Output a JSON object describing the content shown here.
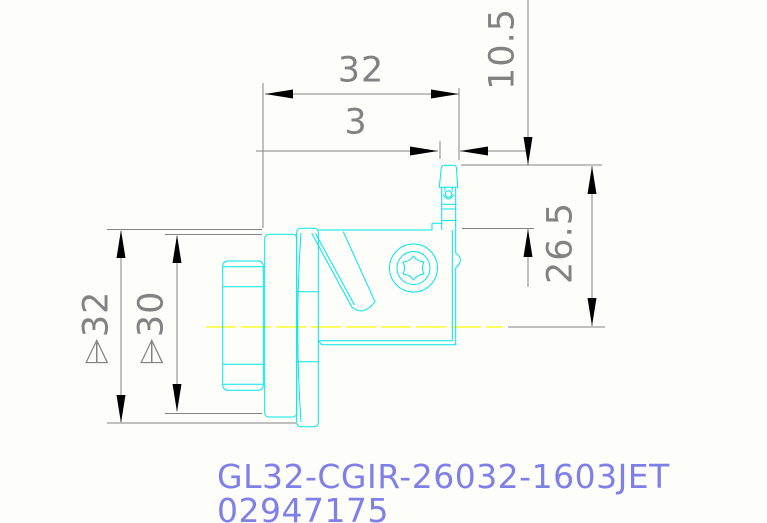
{
  "drawing": {
    "labels": {
      "dim_width": "32",
      "dim_tip": "3",
      "dim_post_height": "10.5",
      "dim_body_height": "26.5",
      "dim_flange_dia": "⌲32",
      "dim_shank_dia": "⌲30"
    },
    "title": {
      "part_number": "GL32-CGIR-26032-1603JET",
      "item_number": "02947175"
    },
    "colors": {
      "background": "#fdfdfa",
      "part_line": "#00e6e6",
      "centerline": "#ffff00",
      "dim_line": "#828282",
      "dim_text": "#828282",
      "arrow": "#000000",
      "part_number_text": "#7f7fe8"
    }
  }
}
